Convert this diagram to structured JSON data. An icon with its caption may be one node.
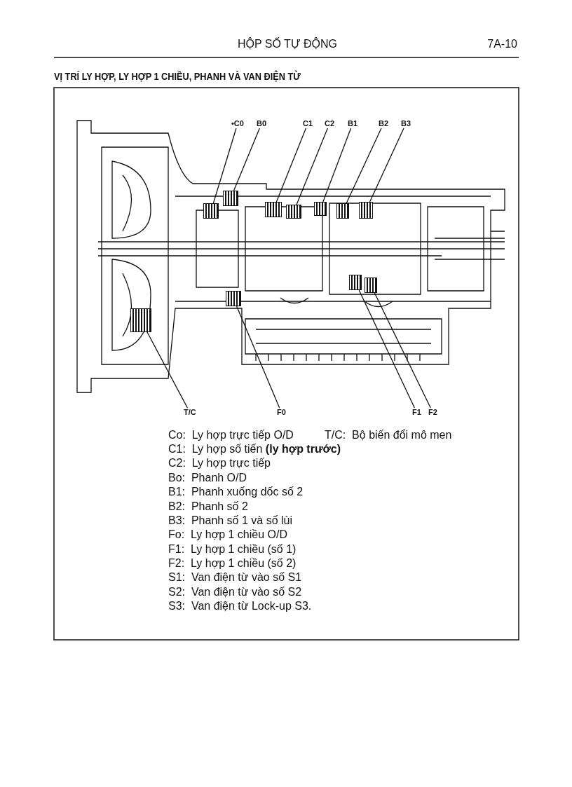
{
  "diagram": {
    "title": "VỊ TRÍ LY HỢP, LY HỢP 1 CHIỀU, PHANH VÀ VAN ĐIỆN TỪ",
    "nodes": [
      {
        "text": [
          "•C0"
        ]
      },
      {
        "text": [
          "B0"
        ]
      },
      {
        "text": [
          "C1"
        ]
      },
      {
        "text": [
          "C2"
        ]
      },
      {
        "text": [
          "B1"
        ]
      },
      {
        "text": [
          "B2"
        ]
      },
      {
        "text": [
          "B3"
        ]
      },
      {
        "text": [
          "T/C"
        ]
      },
      {
        "text": [
          "F0"
        ]
      },
      {
        "text": [
          "F1"
        ]
      },
      {
        "text": [
          "F2"
        ]
      },
      {
        "text": [],
        "shape": "picture"
      },
      {
        "text": [],
        "shape": "picture"
      },
      {
        "text": [],
        "shape": "picture"
      },
      {
        "text": [],
        "shape": "picture"
      },
      {
        "text": [],
        "shape": "picture"
      },
      {
        "text": [],
        "shape": "picture"
      },
      {
        "text": [],
        "shape": "picture"
      },
      {
        "text": [],
        "shape": "picture"
      },
      {
        "text": [],
        "shape": "picture"
      },
      {
        "text": [],
        "shape": "picture"
      },
      {
        "text": [],
        "shape": "picture"
      }
    ],
    "edges": [
      {
        "from": 0,
        "to": 11,
        "arrow": "none"
      },
      {
        "from": 1,
        "to": 12,
        "arrow": "none"
      },
      {
        "from": 2,
        "to": 13,
        "arrow": "none"
      },
      {
        "from": 3,
        "to": 14,
        "arrow": "none"
      },
      {
        "from": 4,
        "to": 15,
        "arrow": "none"
      },
      {
        "from": 5,
        "to": 16,
        "arrow": "none"
      },
      {
        "from": 6,
        "to": 17,
        "arrow": "none"
      },
      {
        "from": 7,
        "to": 18,
        "arrow": "none"
      },
      {
        "from": 8,
        "to": 19,
        "arrow": "none"
      },
      {
        "from": 9,
        "to": 20,
        "arrow": "none"
      },
      {
        "from": 10,
        "to": 21,
        "arrow": "none"
      }
    ],
    "labels": [
      "HỘP SỐ TỰ ĐỘNG",
      "7A-10",
      "Co:  Ly hợp trực tiếp O/D",
      "T/C:  Bộ biến đổi mô men",
      "C1:  Ly hợp số tiến **(ly hợp trước)**",
      "C2:  Ly hợp trực tiếp",
      "Bo:  Phanh O/D",
      "B1:  Phanh xuống dốc số 2",
      "B2:  Phanh số 2",
      "B3:  Phanh số 1 và số lùi",
      "Fo:  Ly hợp 1 chiều O/D",
      "F1:  Ly hợp 1 chiều (số 1)",
      "F2:  Ly hợp 1 chiều (số 2)",
      "S1:  Van điện từ vào số S1",
      "S2:  Van điện từ vào số S2",
      "S3:  Van điện từ Lock-up S3."
    ]
  }
}
